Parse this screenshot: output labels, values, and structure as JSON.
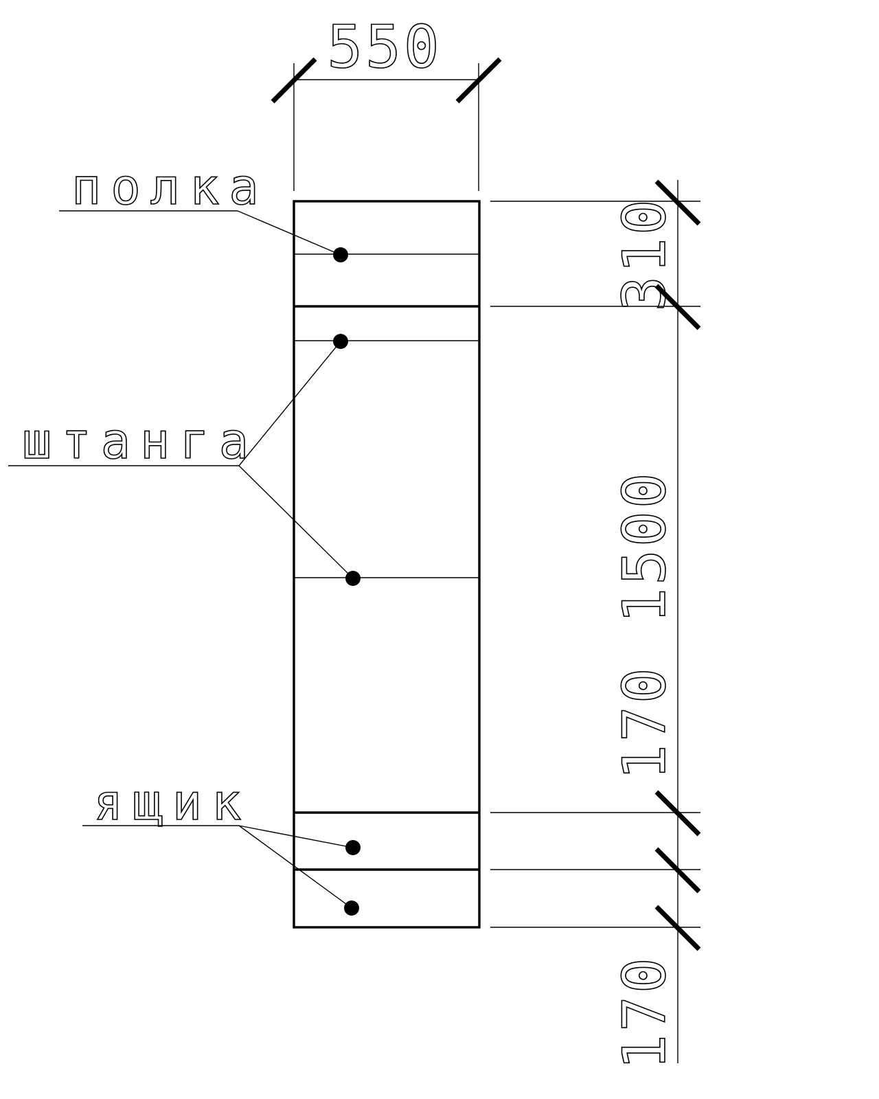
{
  "colors": {
    "line": "#000000",
    "background": "#ffffff"
  },
  "dimensions": {
    "width": "550",
    "top_section": "310",
    "middle_section": "1500",
    "middle_lower": "170",
    "bottom_section": "170"
  },
  "labels": {
    "shelf": "полка",
    "rod": "штанга",
    "drawer": "ящик"
  }
}
